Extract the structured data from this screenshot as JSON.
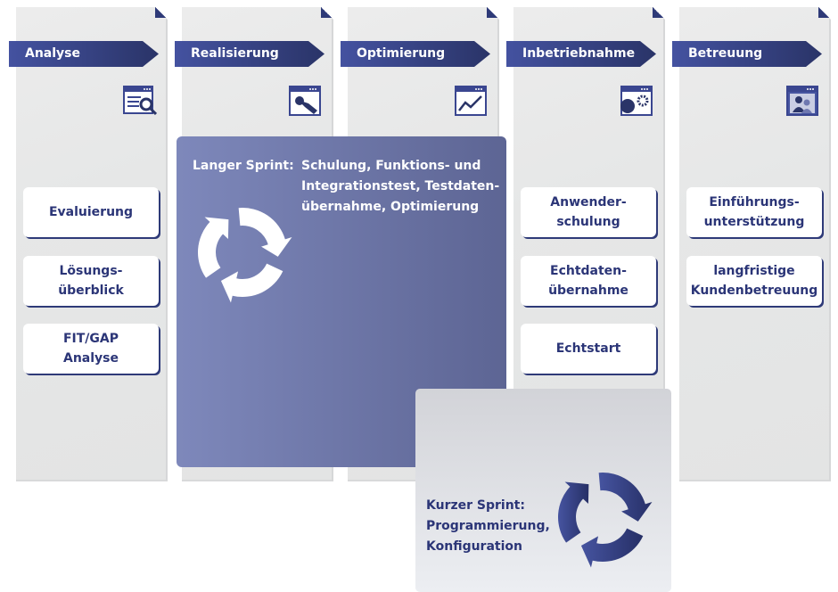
{
  "phases": [
    {
      "title": "Analyse",
      "icon": "document-search-icon",
      "items": [
        "Evaluierung",
        "Lösungs-\nüberblick",
        "FIT/GAP\nAnalyse"
      ]
    },
    {
      "title": "Realisierung",
      "icon": "wrench-window-icon",
      "items": []
    },
    {
      "title": "Optimierung",
      "icon": "chart-window-icon",
      "items": []
    },
    {
      "title": "Inbetriebnahme",
      "icon": "gears-window-icon",
      "items": [
        "Anwender-\nschulung",
        "Echtdaten-\nübernahme",
        "Echtstart"
      ]
    },
    {
      "title": "Betreuung",
      "icon": "users-window-icon",
      "items": [
        "Einführungs-\nunterstützung",
        "langfristige\nKundenbetreuung"
      ]
    }
  ],
  "long_sprint": {
    "label": "Langer Sprint:",
    "lines": [
      "Schulung, Funktions- und",
      "Integrationstest, Testdaten-",
      "übernahme, Optimierung"
    ]
  },
  "short_sprint": {
    "text": "Kurzer Sprint:\nProgrammierung,\nKonfiguration"
  },
  "colors": {
    "accent": "#2e3a78",
    "long_bg": "#6f78a8"
  }
}
